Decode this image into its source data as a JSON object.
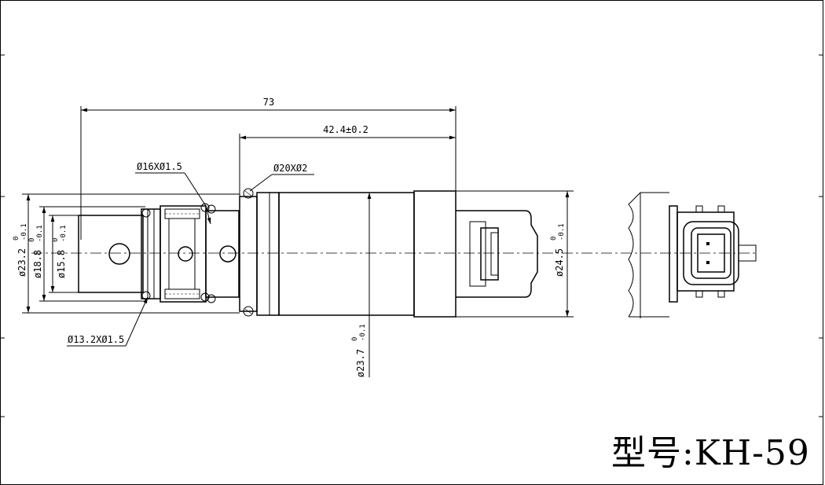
{
  "model": {
    "label": "型号:KH-59"
  },
  "dimensions": {
    "overall_length": "73",
    "partial_length": "42.4±0.2",
    "oring_small": "Ø16XØ1.5",
    "oring_large": "Ø20XØ2",
    "oring_bottom": "Ø13.2XØ1.5",
    "dia_1": {
      "main": "ø23.2",
      "upper": "0",
      "lower": "-0.1"
    },
    "dia_2": {
      "main": "ø18.8",
      "upper": "0",
      "lower": "-0.1"
    },
    "dia_3": {
      "main": "ø15.8",
      "upper": "0",
      "lower": "-0.1"
    },
    "dia_4": {
      "main": "ø24.5",
      "upper": "0",
      "lower": "-0.1"
    },
    "dia_5": {
      "main": "ø23.7",
      "upper": "0",
      "lower": "-0.1"
    }
  }
}
